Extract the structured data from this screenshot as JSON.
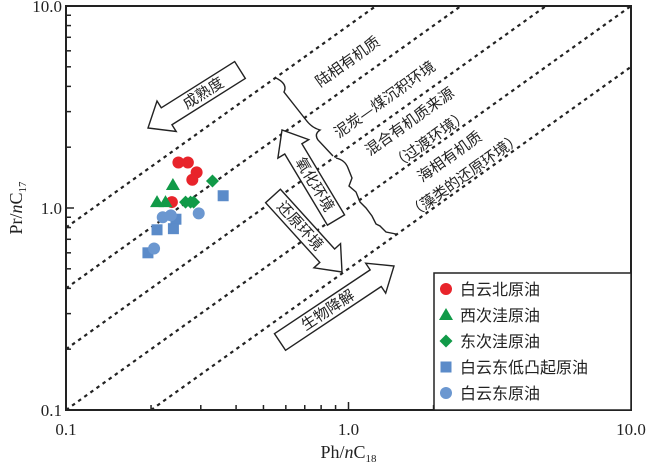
{
  "chart_data": {
    "type": "scatter",
    "xscale": "log",
    "yscale": "log",
    "xlim": [
      0.1,
      10.0
    ],
    "ylim": [
      0.1,
      10.0
    ],
    "xlabel": {
      "main": "Ph/",
      "italic": "n",
      "c": "C",
      "sub": "18"
    },
    "ylabel": {
      "main": "Pr/",
      "italic": "n",
      "c": "C",
      "sub": "17"
    },
    "x_tick_labels": [
      {
        "value": 0.1,
        "label": "0.1"
      },
      {
        "value": 1.0,
        "label": "1.0"
      },
      {
        "value": 10.0,
        "label": "10.0"
      }
    ],
    "y_tick_labels": [
      {
        "value": 0.1,
        "label": "0.1"
      },
      {
        "value": 1.0,
        "label": "1.0"
      },
      {
        "value": 10.0,
        "label": "10.0"
      }
    ],
    "legend_position": "bottom-right",
    "series": [
      {
        "name": "白云北原油",
        "marker": "circle",
        "color": "#e8242b",
        "points": [
          [
            0.25,
            1.68
          ],
          [
            0.27,
            1.68
          ],
          [
            0.29,
            1.5
          ],
          [
            0.28,
            1.38
          ],
          [
            0.237,
            1.07
          ]
        ]
      },
      {
        "name": "西次洼原油",
        "marker": "triangle",
        "color": "#119a48",
        "points": [
          [
            0.239,
            1.3
          ],
          [
            0.21,
            1.07
          ],
          [
            0.225,
            1.07
          ]
        ]
      },
      {
        "name": "东次洼原油",
        "marker": "diamond",
        "color": "#119a48",
        "points": [
          [
            0.33,
            1.36
          ],
          [
            0.265,
            1.07
          ],
          [
            0.276,
            1.07
          ],
          [
            0.283,
            1.07
          ]
        ]
      },
      {
        "name": "白云东低凸起原油",
        "marker": "square",
        "color": "#5b8bc9",
        "points": [
          [
            0.36,
            1.15
          ],
          [
            0.245,
            0.88
          ],
          [
            0.24,
            0.79
          ],
          [
            0.21,
            0.78
          ],
          [
            0.195,
            0.6
          ]
        ]
      },
      {
        "name": "白云东原油",
        "marker": "circle",
        "color": "#6b97d0",
        "points": [
          [
            0.22,
            0.9
          ],
          [
            0.295,
            0.94
          ],
          [
            0.205,
            0.63
          ],
          [
            0.235,
            0.92
          ]
        ]
      }
    ],
    "reference_lines": [
      {
        "ratio_pr_over_ph": 8
      },
      {
        "ratio_pr_over_ph": 4
      },
      {
        "ratio_pr_over_ph": 2
      },
      {
        "ratio_pr_over_ph": 1
      },
      {
        "ratio_pr_over_ph": 0.5
      }
    ],
    "annotations": {
      "terrestrial": "陆相有机质",
      "peat_coal": "泥炭—煤沉积环境",
      "mixed": "混合有机质来源",
      "transitional": "（过渡环境）",
      "marine": "海相有机质",
      "algal": "（藻类的还原环境）",
      "maturity": "成熟度",
      "oxidizing": "氧化环境",
      "reducing": "还原环境",
      "biodegradation": "生物降解"
    }
  }
}
